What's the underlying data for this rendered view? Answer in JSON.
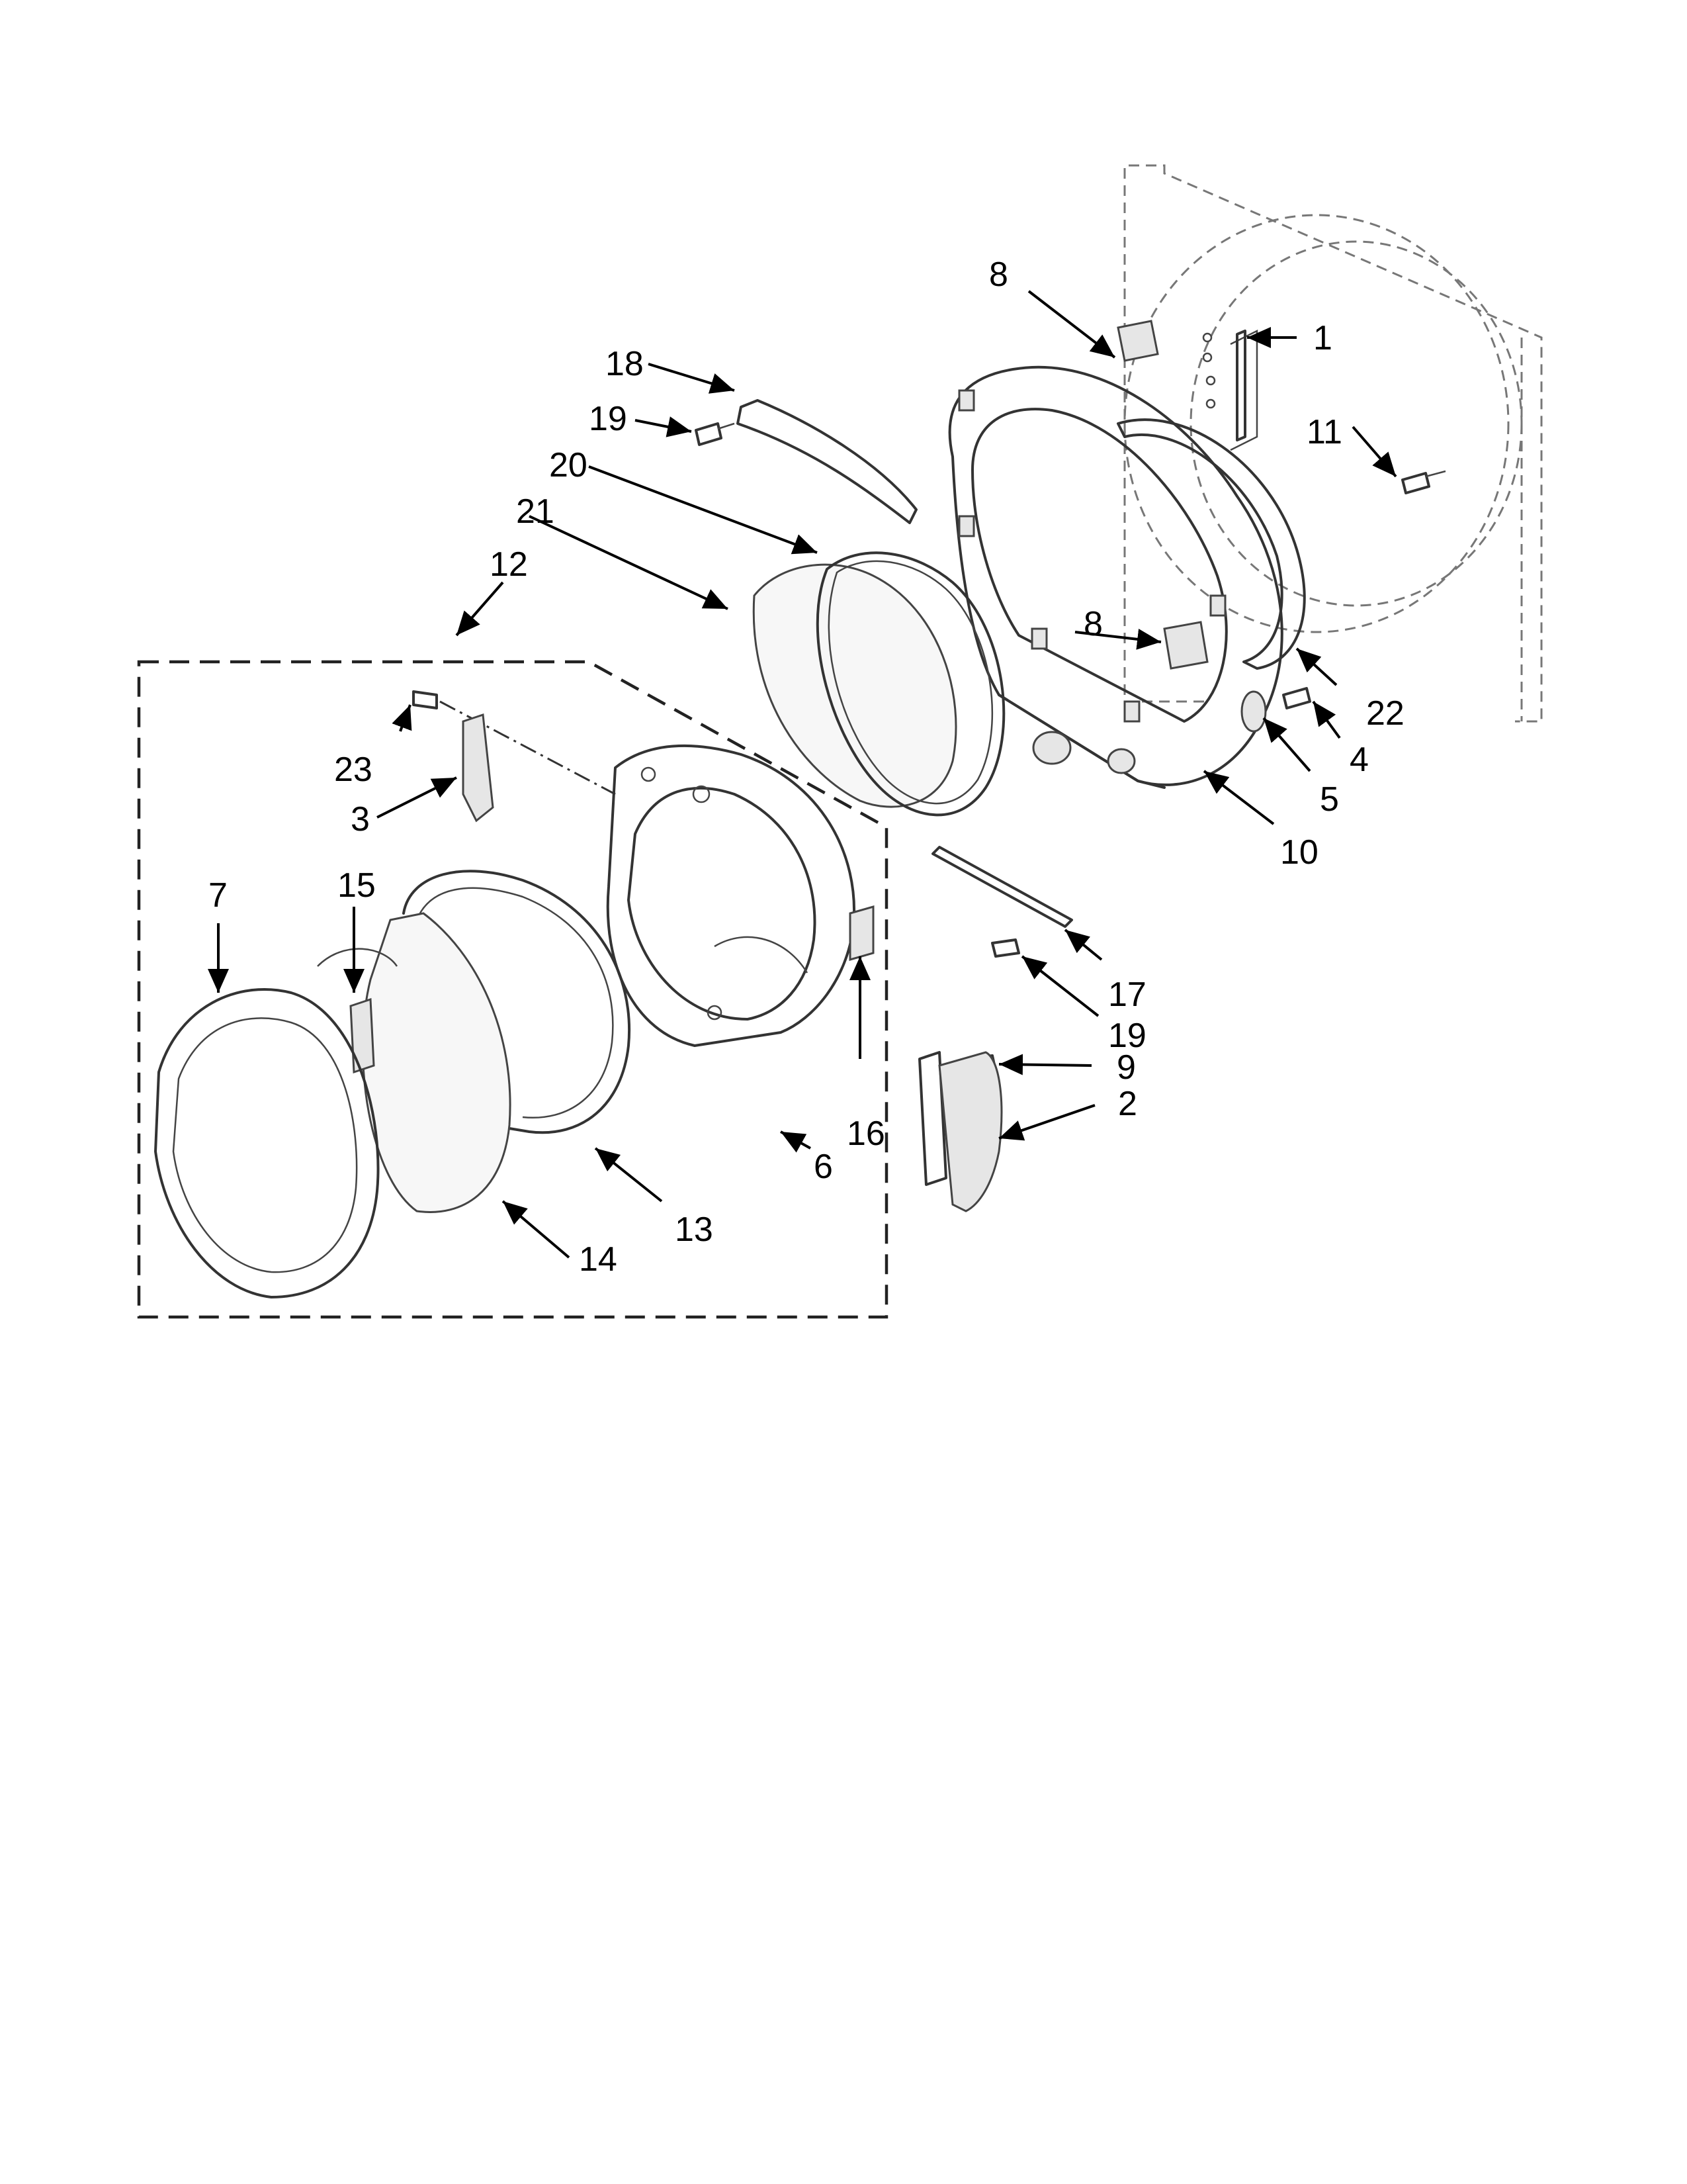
{
  "diagram": {
    "labels": {
      "p1": "1",
      "p2": "2",
      "p3": "3",
      "p4": "4",
      "p5": "5",
      "p6": "6",
      "p7": "7",
      "p8a": "8",
      "p8b": "8",
      "p9": "9",
      "p10": "10",
      "p11": "11",
      "p12": "12",
      "p13": "13",
      "p14": "14",
      "p15": "15",
      "p16": "16",
      "p17": "17",
      "p18": "18",
      "p19a": "19",
      "p19b": "19",
      "p20": "20",
      "p21": "21",
      "p22": "22",
      "p23": "23"
    }
  }
}
